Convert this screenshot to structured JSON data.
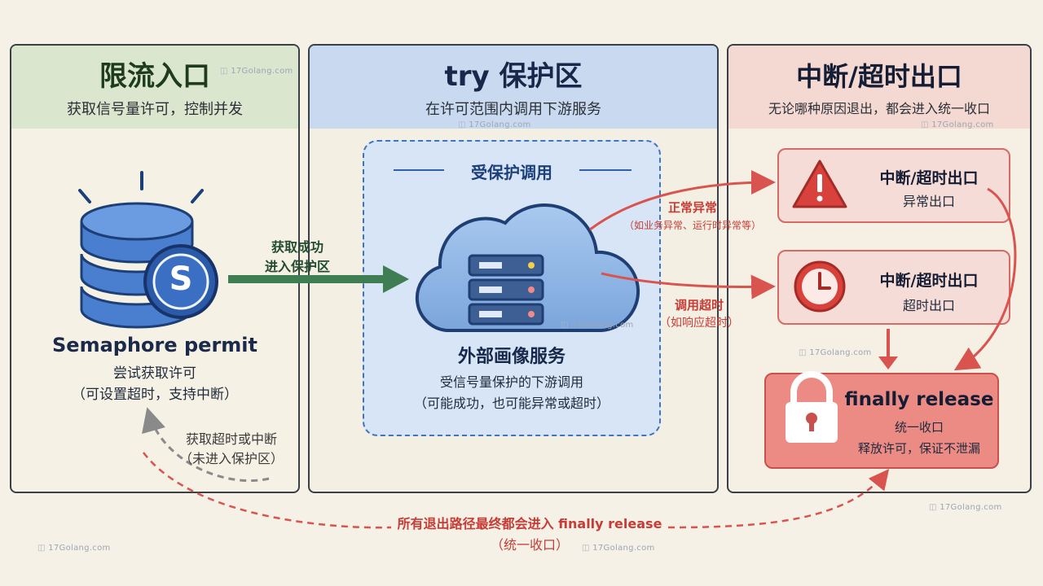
{
  "left_panel": {
    "title": "限流入口",
    "subtitle": "获取信号量许可，控制并发",
    "icon_label": "Semaphore permit",
    "desc_1": "尝试获取许可",
    "desc_2": "（可设置超时，支持中断）",
    "badge_letter": "S"
  },
  "middle_panel": {
    "title": "try 保护区",
    "subtitle": "在许可范围内调用下游服务",
    "box_heading": "受保护调用",
    "service_name": "外部画像服务",
    "service_desc_1": "受信号量保护的下游调用",
    "service_desc_2": "（可能成功，也可能异常或超时）"
  },
  "right_panel": {
    "title": "中断/超时出口",
    "subtitle": "无论哪种原因退出，都会进入统一收口",
    "exception_exit": {
      "title": "中断/超时出口",
      "label": "异常出口"
    },
    "timeout_exit": {
      "title": "中断/超时出口",
      "label": "超时出口"
    },
    "finally": {
      "title": "finally release",
      "line_1": "统一收口",
      "line_2": "释放许可，保证不泄漏"
    }
  },
  "arrows": {
    "acquire_1": "获取成功",
    "acquire_2": "进入保护区",
    "exception_1": "正常异常",
    "exception_2": "（如业务异常、运行时异常等）",
    "timeout_1": "调用超时",
    "timeout_2": "（如响应超时）",
    "fail_1": "获取超时或中断",
    "fail_2": "（未进入保护区）",
    "bottom_1": "所有退出路径最终都会进入 finally release",
    "bottom_2": "（统一收口）"
  },
  "watermark": "17Golang.com",
  "colors": {
    "green_arrow": "#3f7d52",
    "red_arrow": "#d9534f",
    "blue": "#3a6fc4"
  }
}
